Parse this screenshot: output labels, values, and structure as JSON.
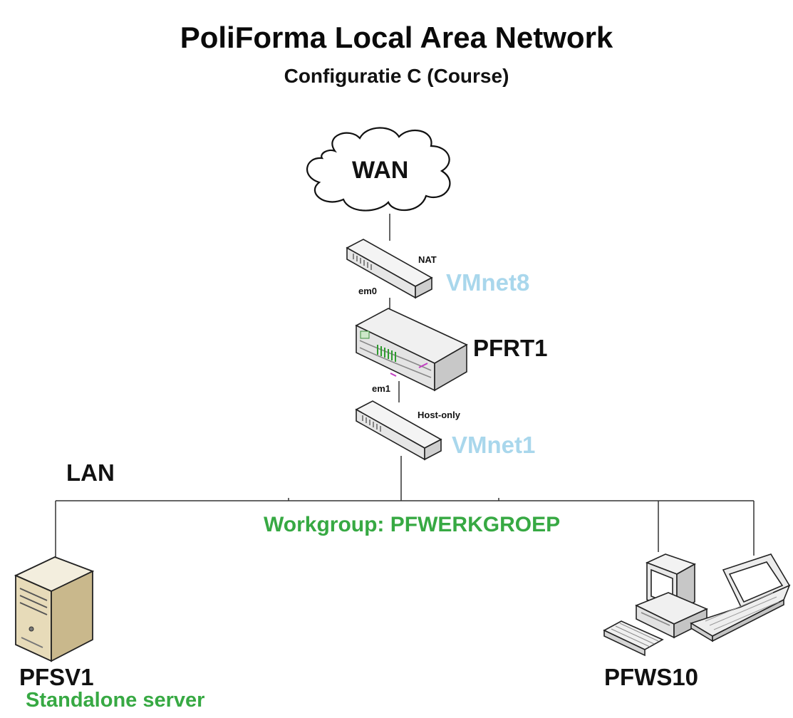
{
  "title": "PoliForma Local Area Network",
  "subtitle": "Configuratie C (Course)",
  "wan": {
    "label": "WAN"
  },
  "nat_switch": {
    "port_label": "NAT",
    "interface_label": "em0",
    "network_label": "VMnet8"
  },
  "router": {
    "name": "PFRT1"
  },
  "hostonly_switch": {
    "interface_label": "em1",
    "port_label": "Host-only",
    "network_label": "VMnet1"
  },
  "lan": {
    "label": "LAN",
    "workgroup": "Workgroup: PFWERKGROEP"
  },
  "server": {
    "name": "PFSV1",
    "role": "Standalone server"
  },
  "workstations": {
    "name": "PFWS10"
  },
  "colors": {
    "network_label": "#a9d7ec",
    "accent_green": "#37a943",
    "text": "#111111"
  }
}
